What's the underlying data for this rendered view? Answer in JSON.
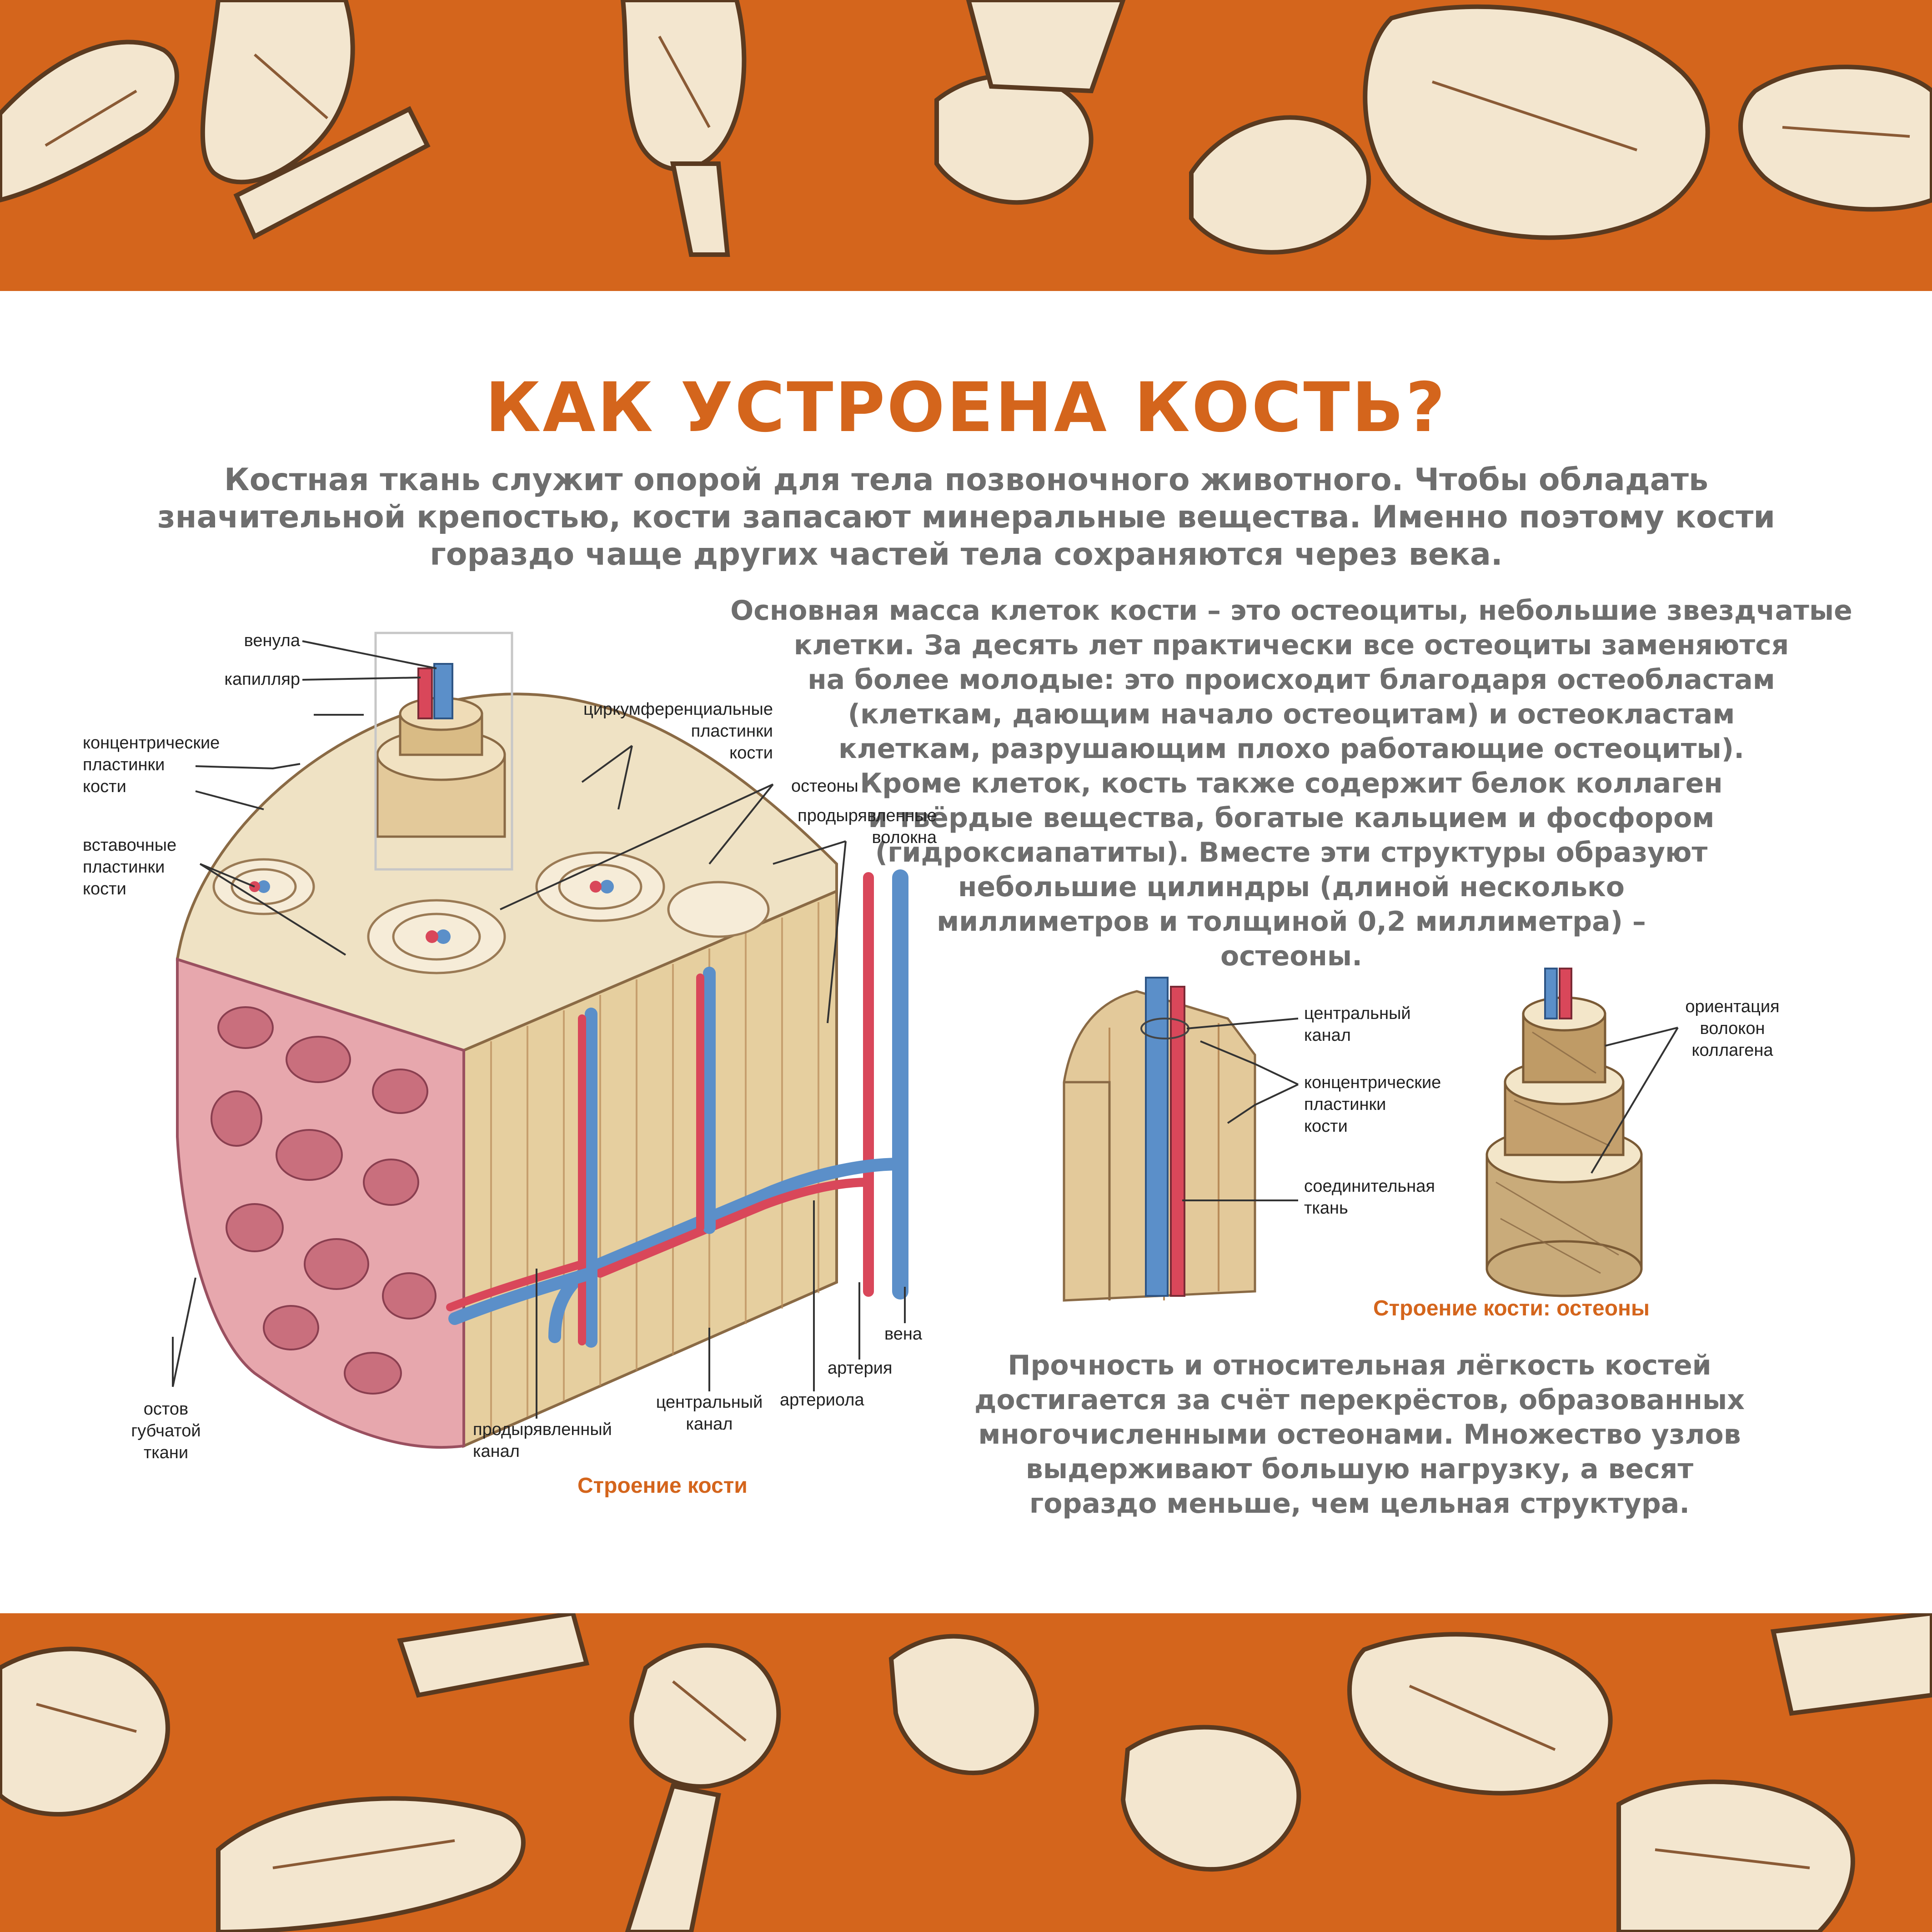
{
  "title": "КАК УСТРОЕНА КОСТЬ?",
  "intro": [
    "Костная ткань служит опорой для тела позвоночного животного. Чтобы обладать",
    "значительной крепостью, кости запасают минеральные вещества. Именно поэтому кости",
    "гораздо чаще других частей тела сохраняются через века."
  ],
  "paragraph2": [
    "Основная масса клеток кости – это остеоциты, небольшие звездчатые",
    "клетки. За десять лет практически все остеоциты заменяются",
    "на более молодые: это происходит благодаря остеобластам",
    "(клеткам, дающим начало остеоцитам) и остеокластам",
    "клеткам, разрушающим плохо работающие остеоциты).",
    "Кроме клеток, кость также содержит белок коллаген",
    "и твёрдые вещества, богатые кальцием и фосфором",
    "(гидроксиапатиты). Вместе эти структуры образуют",
    "небольшие цилиндры (длиной несколько",
    "миллиметров и толщиной 0,2 миллиметра) –",
    "остеоны."
  ],
  "paragraph3": [
    "Прочность и относительная лёгкость костей",
    "достигается за счёт перекрёстов, образованных",
    "многочисленными остеонами. Множество узлов",
    "выдерживают большую нагрузку, а весят",
    "гораздо меньше, чем цельная структура."
  ],
  "bone_diagram": {
    "caption": "Строение кости",
    "labels": {
      "venula": [
        "венула"
      ],
      "capillary": [
        "капилляр"
      ],
      "concentric": [
        "концентрические",
        "пластинки",
        "кости"
      ],
      "interstitial": [
        "вставочные",
        "пластинки",
        "кости"
      ],
      "circumferential": [
        "циркумференциальные",
        "пластинки",
        "кости"
      ],
      "osteons": [
        "остеоны"
      ],
      "perforating_fibers": [
        "продырявленные",
        "волокна"
      ],
      "spongy": [
        "остов",
        "губчатой",
        "ткани"
      ],
      "perforating_canal": [
        "продырявленный",
        "канал"
      ],
      "central_canal": [
        "центральный",
        "канал"
      ],
      "arteriole": [
        "артериола"
      ],
      "artery": [
        "артерия"
      ],
      "vein": [
        "вена"
      ]
    }
  },
  "osteon_diagram": {
    "caption": "Строение кости: остеоны",
    "labels": {
      "central_canal": [
        "центральный",
        "канал"
      ],
      "concentric": [
        "концентрические",
        "пластинки",
        "кости"
      ],
      "connective": [
        "соединительная",
        "ткань"
      ],
      "collagen": [
        "ориентация",
        "волокон",
        "коллагена"
      ]
    }
  },
  "colors": {
    "accent": "#d4651c",
    "text": "#6e6e6e",
    "bone": "#e8d8b8",
    "spongy": "#e3a0a8",
    "artery": "#d9475a",
    "vein": "#5b8fc9"
  }
}
